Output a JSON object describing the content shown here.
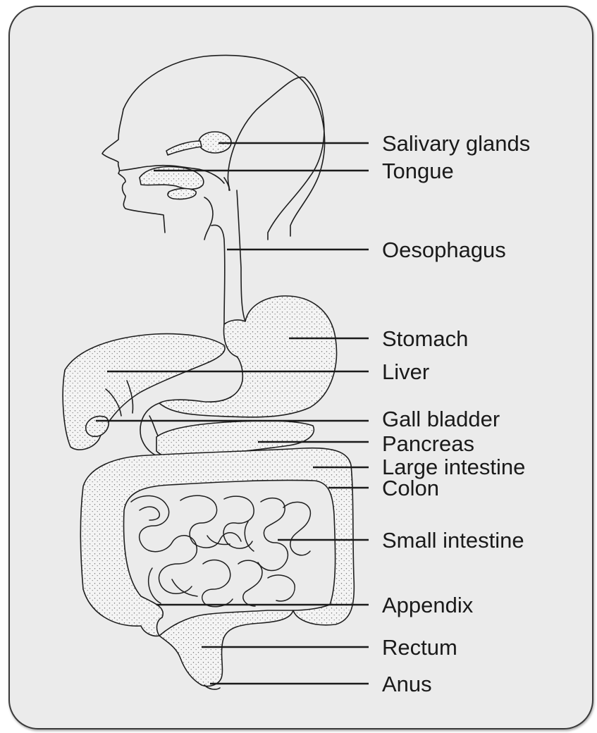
{
  "labels": {
    "salivary_glands": "Salivary glands",
    "tongue": "Tongue",
    "oesophagus": "Oesophagus",
    "stomach": "Stomach",
    "liver": "Liver",
    "gall_bladder": "Gall bladder",
    "pancreas": "Pancreas",
    "large_intestine": "Large intestine",
    "colon": "Colon",
    "small_intestine": "Small intestine",
    "appendix": "Appendix",
    "rectum": "Rectum",
    "anus": "Anus"
  },
  "colors": {
    "panel_background": "#ebebeb",
    "line": "#1e1e1e"
  }
}
